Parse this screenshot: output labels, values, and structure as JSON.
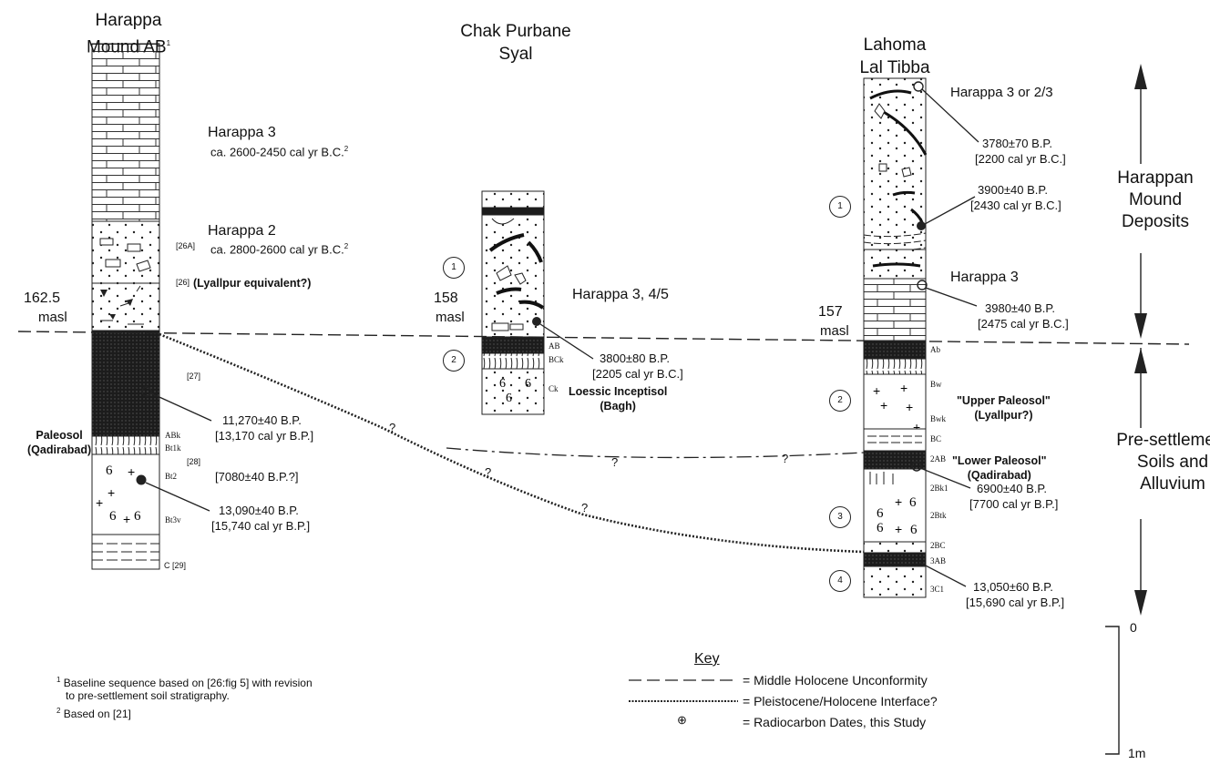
{
  "sections": [
    {
      "title_lines": [
        "Harappa",
        "Mound AB"
      ],
      "title_sup": "1",
      "elevation": [
        "162.5",
        "masl"
      ]
    },
    {
      "title_lines": [
        "Chak Purbane",
        "Syal"
      ],
      "elevation": [
        "158",
        "masl"
      ]
    },
    {
      "title_lines": [
        "Lahoma",
        "Lal Tibba"
      ],
      "elevation": [
        "157",
        "masl"
      ]
    }
  ],
  "harappa": {
    "unit_h3": "Harappa 3",
    "unit_h3_age": "ca. 2600-2450 cal yr B.C.",
    "unit_h3_sup": "2",
    "unit_h2": "Harappa 2",
    "unit_h2_age": "ca. 2800-2600 cal yr B.C.",
    "unit_h2_sup": "2",
    "lyallpur": "(Lyallpur equivalent?)",
    "paleosol": [
      "Paleosol",
      "(Qadirabad)"
    ],
    "refs": [
      "[26A]",
      "[26]",
      "[27]",
      "[28]",
      "C [29]"
    ],
    "horizons": [
      "ABk",
      "Bt1k",
      "Bt2",
      "Bt3v"
    ],
    "date1": [
      "11,270±40 B.P.",
      "[13,170 cal yr B.P.]"
    ],
    "date2": "[7080±40 B.P.?]",
    "date3": [
      "13,090±40 B.P.",
      "[15,740 cal yr B.P.]"
    ]
  },
  "chak": {
    "unit": "Harappa 3, 4/5",
    "circles": [
      "1",
      "2"
    ],
    "horizons": [
      "AB",
      "BCk",
      "Ck"
    ],
    "date": [
      "3800±80 B.P.",
      "[2205 cal yr B.C.]"
    ],
    "soil": [
      "Loessic Inceptisol",
      "(Bagh)"
    ]
  },
  "lahoma": {
    "unit_top": "Harappa 3 or 2/3",
    "unit_mid": "Harappa 3",
    "circles": [
      "1",
      "2",
      "3",
      "4"
    ],
    "horizons": [
      "Ab",
      "Bw",
      "Bwk",
      "BC",
      "2AB",
      "2Bk1",
      "2Btk",
      "2BC",
      "3AB",
      "3C1"
    ],
    "upper": [
      "\"Upper Paleosol\"",
      "(Lyallpur?)"
    ],
    "lower": [
      "\"Lower Paleosol\"",
      "(Qadirabad)"
    ],
    "dates": [
      [
        "3780±70 B.P.",
        "[2200 cal yr B.C.]"
      ],
      [
        "3900±40 B.P.",
        "[2430 cal yr B.C.]"
      ],
      [
        "3980±40 B.P.",
        "[2475 cal yr B.C.]"
      ],
      [
        "6900±40 B.P.",
        "[7700 cal yr B.P.]"
      ],
      [
        "13,050±60 B.P.",
        "[15,690 cal yr B.P.]"
      ]
    ]
  },
  "side": {
    "upper": [
      "Harappan",
      "Mound",
      "Deposits"
    ],
    "lower": [
      "Pre-settlement",
      "Soils and",
      "Alluvium"
    ]
  },
  "scale": {
    "top": "0",
    "bottom": "1m"
  },
  "question_mark": "?",
  "footnotes": [
    {
      "sup": "1",
      "lines": [
        "Baseline sequence based on [26:fig 5] with revision",
        "to pre-settlement soil stratigraphy."
      ]
    },
    {
      "sup": "2",
      "lines": [
        "Based on [21]"
      ]
    }
  ],
  "key": {
    "title": "Key",
    "items": [
      "= Middle Holocene Unconformity",
      "= Pleistocene/Holocene Interface?",
      "= Radiocarbon Dates, this Study"
    ],
    "symbol": "⊕"
  }
}
